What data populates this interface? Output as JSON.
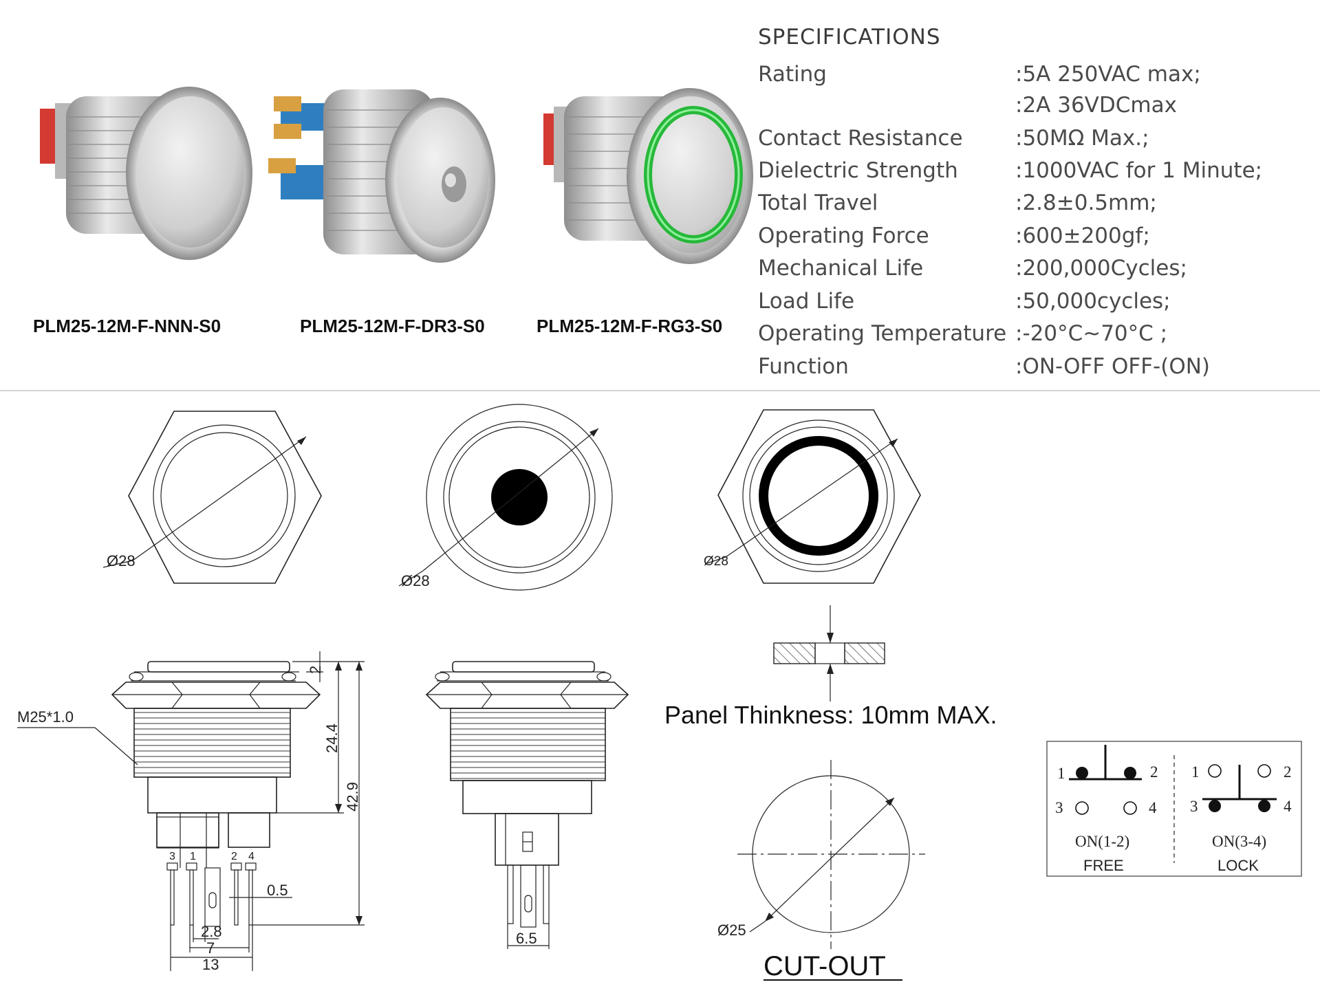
{
  "products": [
    {
      "model": "PLM25-12M-F-NNN-S0",
      "image": "flat-head-button-photo"
    },
    {
      "model": "PLM25-12M-F-DR3-S0",
      "image": "dot-led-button-photo"
    },
    {
      "model": "PLM25-12M-F-RG3-S0",
      "image": "ring-led-button-photo"
    }
  ],
  "specifications": {
    "heading": "SPECIFICATIONS",
    "rows": [
      {
        "label": "Rating",
        "value": ":5A  250VAC max;"
      },
      {
        "label": "",
        "value": ":2A 36VDCmax"
      },
      {
        "label": "Contact Resistance",
        "value": ":50MΩ Max.;"
      },
      {
        "label": "Dielectric Strength",
        "value": ":1000VAC for 1 Minute;"
      },
      {
        "label": "Total Travel",
        "value": ":2.8±0.5mm;"
      },
      {
        "label": "Operating Force",
        "value": ":600±200gf;"
      },
      {
        "label": "Mechanical Life",
        "value": ":200,000Cycles;"
      },
      {
        "label": "Load Life",
        "value": ":50,000cycles;"
      },
      {
        "label": "Operating Temperature",
        "value": ":-20°C~70°C ;"
      },
      {
        "label": "Function",
        "value": ":ON-OFF    OFF-(ON)"
      }
    ]
  },
  "drawings": {
    "diam_flat": "Ø28",
    "diam_dot": "Ø28",
    "diam_ring": "Ø28",
    "thread": "M25*1.0",
    "dim_top": "2",
    "dim_body": "24.4",
    "dim_total": "42.9",
    "dim_pin": "0.5",
    "dim_28": "2.8",
    "dim_7": "7",
    "dim_13": "13",
    "dim_65": "6.5",
    "pins_left": [
      "3",
      "1"
    ],
    "pins_right": [
      "2",
      "4"
    ],
    "panel_note": "Panel Thinkness: 10mm MAX.",
    "cutout_diam": "Ø25",
    "cutout_label": "CUT-OUT"
  },
  "circuit": {
    "free": {
      "pins": [
        "1",
        "2",
        "3",
        "4"
      ],
      "state": "ON(1-2)",
      "mode": "FREE"
    },
    "lock": {
      "pins": [
        "1",
        "2",
        "3",
        "4"
      ],
      "state": "ON(3-4)",
      "mode": "LOCK"
    }
  },
  "colors": {
    "led_ring": "#27b83a",
    "metal": "#c9c9c9",
    "terminal_red": "#d33a32",
    "terminal_blue": "#2f7fc0"
  }
}
